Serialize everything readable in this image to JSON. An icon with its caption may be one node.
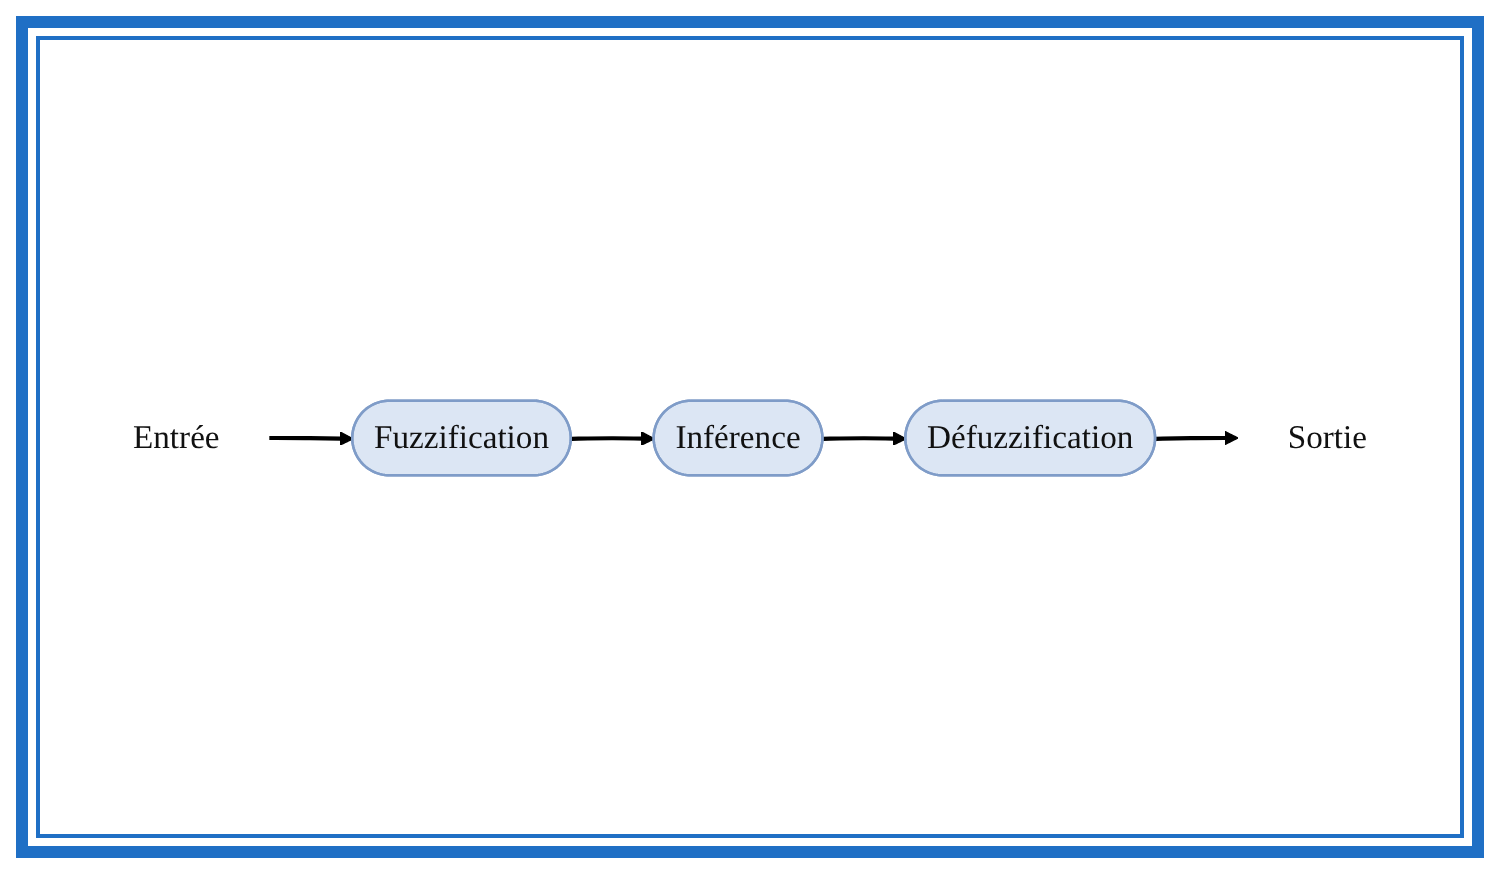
{
  "diagram": {
    "nodes": [
      {
        "text": [
          "Inférence"
        ]
      },
      {
        "text": [
          "Fuzzification"
        ]
      },
      {
        "text": [
          "Défuzzification"
        ]
      },
      {
        "text": [
          "Entrée"
        ]
      },
      {
        "text": [
          "Sortie"
        ]
      }
    ],
    "edges": [
      {
        "from": 3,
        "to": 1,
        "arrow": "to"
      },
      {
        "from": 1,
        "to": 0,
        "arrow": "to"
      },
      {
        "from": 0,
        "to": 2,
        "arrow": "to"
      },
      {
        "from": 2,
        "to": 4,
        "arrow": "to"
      }
    ]
  }
}
